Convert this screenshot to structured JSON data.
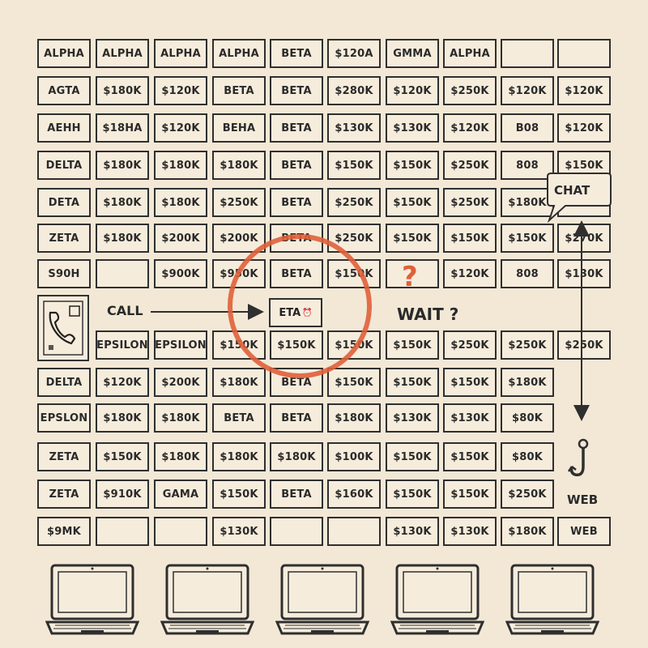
{
  "grid": {
    "rows": [
      [
        "ALPHA",
        "ALPHA",
        "ALPHA",
        "ALPHA",
        "BETA",
        "$120A",
        "GMMA",
        "ALPHA",
        "",
        ""
      ],
      [
        "AGTA",
        "$180K",
        "$120K",
        "BETA",
        "BETA",
        "$280K",
        "$120K",
        "$250K",
        "$120K",
        "$120K"
      ],
      [
        "AEHH",
        "$18HA",
        "$120K",
        "BEHA",
        "BETA",
        "$130K",
        "$130K",
        "$120K",
        "B08",
        "$120K"
      ],
      [
        "DELTA",
        "$180K",
        "$180K",
        "$180K",
        "BETA",
        "$150K",
        "$150K",
        "$250K",
        "808",
        "$150K"
      ],
      [
        "DETA",
        "$180K",
        "$180K",
        "$250K",
        "BETA",
        "$250K",
        "$150K",
        "$250K",
        "$180K",
        ""
      ],
      [
        "ZETA",
        "$180K",
        "$200K",
        "$200K",
        "BETA",
        "$250K",
        "$150K",
        "$150K",
        "$150K",
        "$270K"
      ],
      [
        "S90H",
        "",
        "$900K",
        "$950K",
        "BETA",
        "$150K",
        "",
        "$120K",
        "808",
        "$130K"
      ],
      [
        null,
        "EPSILON",
        "EPSILON",
        "$150K",
        "$150K",
        "$150K",
        "$150K",
        "$250K",
        "$250K",
        "$250K"
      ],
      [
        "DELTA",
        "$120K",
        "$200K",
        "$180K",
        "BETA",
        "$150K",
        "$150K",
        "$150K",
        "$180K",
        null
      ],
      [
        "EPSLON",
        "$180K",
        "$180K",
        "BETA",
        "BETA",
        "$180K",
        "$130K",
        "$130K",
        "$80K",
        null
      ],
      [
        "ZETA",
        "$150K",
        "$180K",
        "$180K",
        "$180K",
        "$100K",
        "$150K",
        "$150K",
        "$80K",
        null
      ],
      [
        "ZETA",
        "$910K",
        "GAMA",
        "$150K",
        "BETA",
        "$160K",
        "$150K",
        "$150K",
        "$250K",
        null
      ],
      [
        "$9MK",
        "",
        "",
        "$130K",
        "",
        "",
        "$130K",
        "$130K",
        "$180K",
        "WEB"
      ]
    ]
  },
  "annotations": {
    "call": "CALL",
    "wait": "WAIT ?",
    "question_mark": "?",
    "eta": "ETA",
    "chat": "CHAT",
    "web": "WEB"
  },
  "icons": {
    "phone": "phone-icon",
    "chat": "chat-bubble-icon",
    "hook": "hook-icon",
    "laptop": "laptop-icon"
  },
  "colors": {
    "background": "#f3e8d6",
    "ink": "#2f2f2f",
    "accent": "#e0603a"
  },
  "laptops": 5
}
